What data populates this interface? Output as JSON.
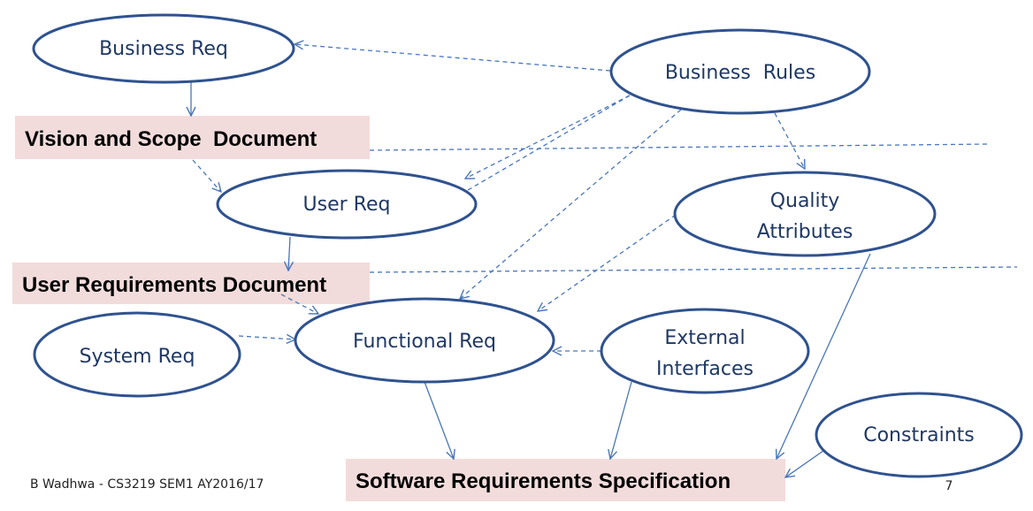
{
  "colors": {
    "node_stroke": "#2f528f",
    "node_text": "#1f3864",
    "doc_fill": "#f2dcdb",
    "arrow": "#4a76b8",
    "dashed_line": "#4a76b8"
  },
  "nodes": {
    "business_req": "Business Req",
    "business_rules": "Business  Rules",
    "user_req": "User Req",
    "quality_attributes_line1": "Quality",
    "quality_attributes_line2": "Attributes",
    "system_req": "System Req",
    "functional_req": "Functional Req",
    "external_interfaces_line1": "External",
    "external_interfaces_line2": "Interfaces",
    "constraints": "Constraints"
  },
  "documents": {
    "vision_scope": "Vision and Scope  Document",
    "user_requirements": "User Requirements Document",
    "srs": "Software Requirements Specification"
  },
  "footer": {
    "author": "B Wadhwa - CS3219 SEM1 AY2016/17",
    "page_number": "7"
  }
}
